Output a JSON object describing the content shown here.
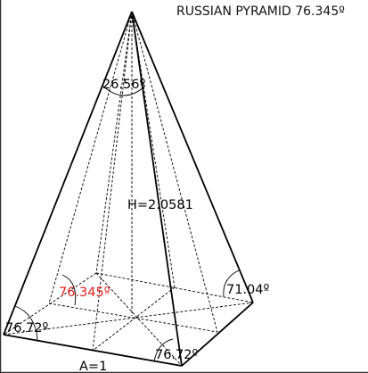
{
  "title": "RUSSIAN PYRAMID 76.345º",
  "labels": {
    "apex_angle": "26.56º",
    "height": "H=2.0581",
    "base_inner_angle": "76.345º",
    "right_angle": "71.04º",
    "left_angle": "76.72º",
    "front_angle": "76.72º",
    "base_edge": "A=1"
  },
  "colors": {
    "line": "#000000",
    "highlight": "#e11f1f",
    "frame": "#333333"
  }
}
